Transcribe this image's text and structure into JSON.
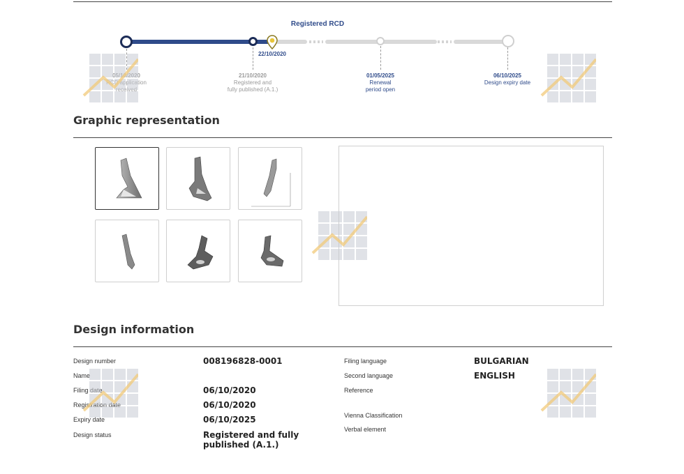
{
  "timeline": {
    "title": "Registered RCD",
    "current_date": "22/10/2020",
    "milestones": [
      {
        "date": "05/10/2020",
        "text_1": "RCD application",
        "text_2": "received"
      },
      {
        "date": "21/10/2020",
        "text_1": "Registered and",
        "text_2": "fully published (A.1.)"
      },
      {
        "date": "01/05/2025",
        "text_1": "Renewal",
        "text_2": "period open"
      },
      {
        "date": "06/10/2025",
        "text_1": "Design expiry date",
        "text_2": ""
      }
    ]
  },
  "graphic": {
    "title": "Graphic representation"
  },
  "info": {
    "title": "Design information",
    "left": [
      {
        "label": "Design number",
        "value": "008196828-0001"
      },
      {
        "label": "Name",
        "value": ""
      },
      {
        "label": "Filing date",
        "value": "06/10/2020"
      },
      {
        "label": "Registration date",
        "value": "06/10/2020"
      },
      {
        "label": "Expiry date",
        "value": "06/10/2025"
      },
      {
        "label": "Design status",
        "value": "Registered and fully published (A.1.)"
      }
    ],
    "right": [
      {
        "label": "Filing language",
        "value": "BULGARIAN"
      },
      {
        "label": "Second language",
        "value": "ENGLISH"
      },
      {
        "label": "Reference",
        "value": ""
      },
      {
        "label": "Vienna Classification",
        "value": ""
      },
      {
        "label": "Verbal element",
        "value": ""
      }
    ]
  },
  "colors": {
    "accent": "#2f4b8a",
    "marker": "#e8c53a",
    "track": "#d9d9d9"
  }
}
